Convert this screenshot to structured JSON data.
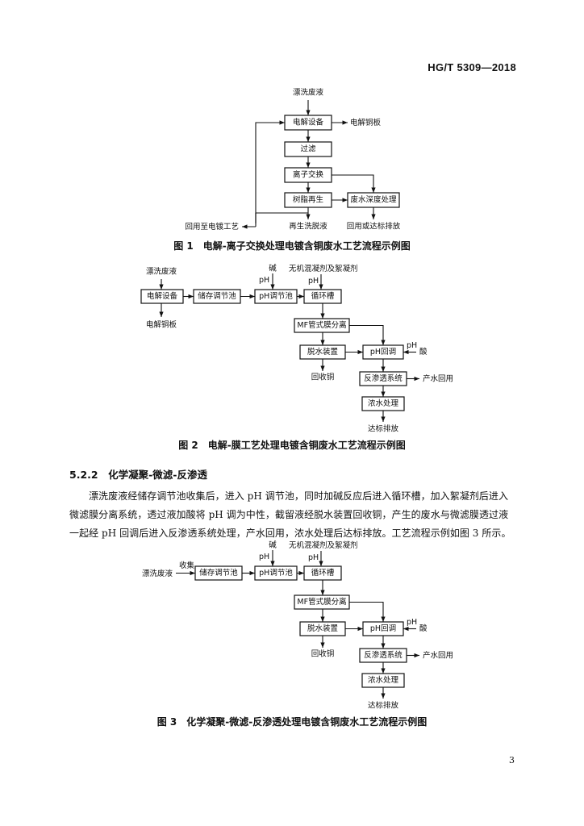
{
  "header": {
    "code": "HG/T 5309—2018"
  },
  "fig1": {
    "caption": "图 1　电解-离子交换处理电镀含铜废水工艺流程示例图",
    "input": "漂洗废液",
    "electrolysis": "电解设备",
    "copper_plate": "电解铜板",
    "filter": "过滤",
    "ion_exchange": "离子交换",
    "resin_regen": "树脂再生",
    "deep_treatment": "废水深度处理",
    "reuse_plating": "回用至电镀工艺",
    "regen_eluent": "再生洗脱液",
    "reuse_discharge": "回用或达标排放"
  },
  "fig2": {
    "caption": "图 2　电解-膜工艺处理电镀含铜废水工艺流程示例图",
    "input": "漂洗废液",
    "electrolysis": "电解设备",
    "copper_plate": "电解铜板",
    "storage": "储存调节池",
    "ph_tank": "pH调节池",
    "cycle_tank": "循环槽",
    "alkali": "碱",
    "ph1": "pH",
    "coagulant": "无机混凝剂及絮凝剂",
    "ph2": "pH",
    "mf": "MF管式膜分离",
    "dewater": "脱水装置",
    "ph_adjust": "pH回调",
    "ph3": "pH",
    "acid": "酸",
    "recover_cu": "回收铜",
    "ro": "反渗透系统",
    "water_reuse": "产水回用",
    "concentrate": "浓水处理",
    "discharge": "达标排放"
  },
  "section": {
    "heading": "5.2.2　化学凝聚-微滤-反渗透",
    "paragraph": "漂洗废液经储存调节池收集后，进入 pH 调节池，同时加碱反应后进入循环槽，加入絮凝剂后进入微滤膜分离系统，透过液加酸将 pH 调为中性，截留液经脱水装置回收铜，产生的废水与微滤膜透过液一起经 pH 回调后进入反渗透系统处理，产水回用，浓水处理后达标排放。工艺流程示例如图 3 所示。"
  },
  "fig3": {
    "caption": "图 3　化学凝聚-微滤-反渗透处理电镀含铜废水工艺流程示例图",
    "input": "漂洗废液",
    "collect": "收集",
    "storage": "储存调节池",
    "ph_tank": "pH调节池",
    "cycle_tank": "循环槽",
    "alkali": "碱",
    "ph1": "pH",
    "coagulant": "无机混凝剂及絮凝剂",
    "ph2": "pH",
    "mf": "MF管式膜分离",
    "dewater": "脱水装置",
    "ph_adjust": "pH回调",
    "ph3": "pH",
    "acid": "酸",
    "recover_cu": "回收铜",
    "ro": "反渗透系统",
    "water_reuse": "产水回用",
    "concentrate": "浓水处理",
    "discharge": "达标排放"
  },
  "page_number": "3"
}
